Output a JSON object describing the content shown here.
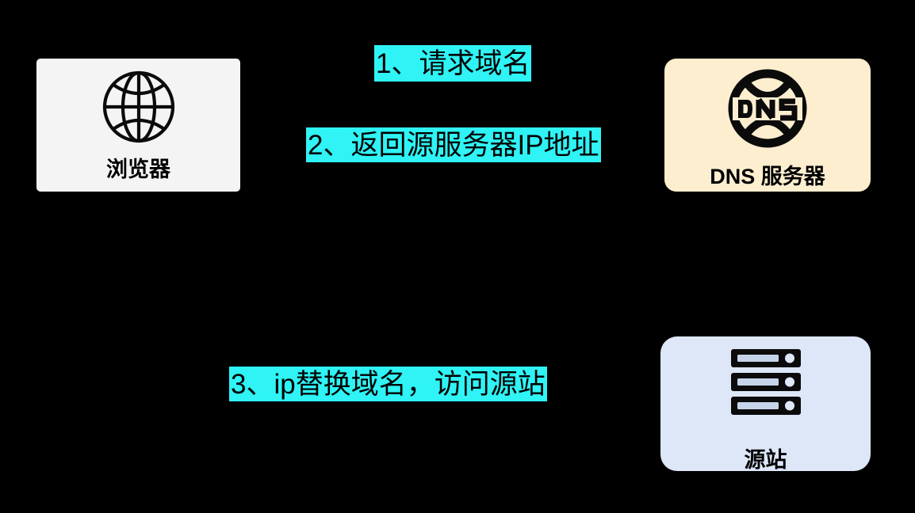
{
  "diagram": {
    "background_color": "#000000",
    "highlight_color": "#2ff3f5",
    "nodes": [
      {
        "id": "browser",
        "label": "浏览器",
        "icon": "globe-icon",
        "background_color": "#f4f4f4"
      },
      {
        "id": "dns",
        "label": "DNS 服务器",
        "icon": "dns-globe-icon",
        "icon_text": "DNS",
        "background_color": "#fdeecf"
      },
      {
        "id": "origin",
        "label": "源站",
        "icon": "server-rack-icon",
        "background_color": "#dde7f8"
      }
    ],
    "steps": [
      {
        "id": "step-1",
        "text": "1、请求域名"
      },
      {
        "id": "step-2",
        "text": "2、返回源服务器IP地址"
      },
      {
        "id": "step-3",
        "text": "3、ip替换域名，访问源站"
      }
    ]
  }
}
